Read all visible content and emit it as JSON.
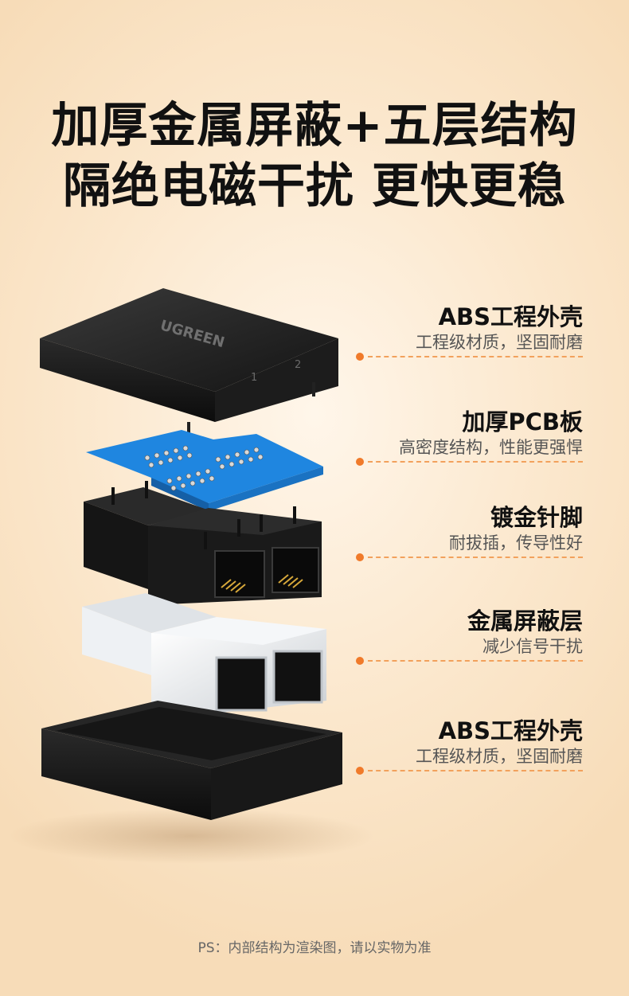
{
  "headline": {
    "line1": "加厚金属屏蔽+五层结构",
    "line2": "隔绝电磁干扰  更快更稳"
  },
  "product": {
    "logo_text": "UGREEN",
    "port_numbers": [
      "1",
      "2"
    ]
  },
  "layers": [
    {
      "title": "ABS工程外壳",
      "subtitle": "工程级材质，坚固耐磨"
    },
    {
      "title": "加厚PCB板",
      "subtitle": "高密度结构，性能更强悍"
    },
    {
      "title": "镀金针脚",
      "subtitle": "耐拔插，传导性好"
    },
    {
      "title": "金属屏蔽层",
      "subtitle": "减少信号干扰"
    },
    {
      "title": "ABS工程外壳",
      "subtitle": "工程级材质，坚固耐磨"
    }
  ],
  "footnote": "PS：内部结构为渲染图，请以实物为准",
  "colors": {
    "accent": "#f07a2a",
    "pcb": "#1f86e0",
    "shell": "#1a1a1a",
    "shield": "#e9edf0"
  }
}
